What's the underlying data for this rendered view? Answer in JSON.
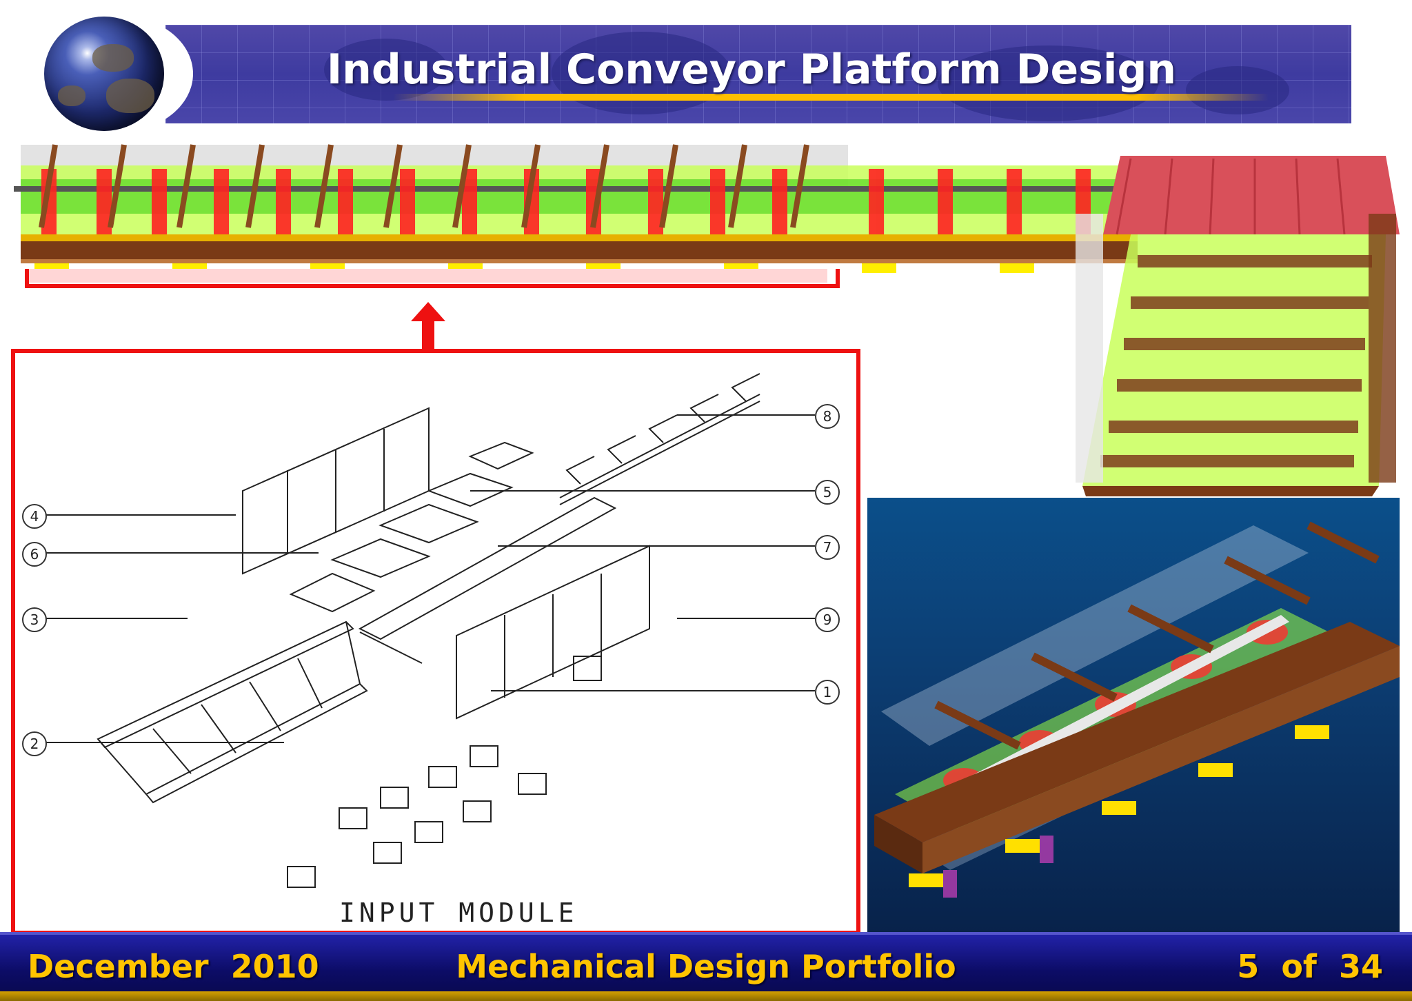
{
  "slide": {
    "title": "Industrial Conveyor Platform Design",
    "drawing_label": "INPUT MODULE",
    "balloons": [
      "8",
      "5",
      "4",
      "7",
      "6",
      "3",
      "9",
      "1",
      "2"
    ]
  },
  "footer": {
    "date": "December  2010",
    "center": "Mechanical Design Portfolio",
    "page": "5  of  34"
  },
  "colors": {
    "banner": "#4a46aa",
    "footer_text": "#ffc400",
    "frame_red": "#ee1111",
    "render_bg": "#0c3d72"
  }
}
